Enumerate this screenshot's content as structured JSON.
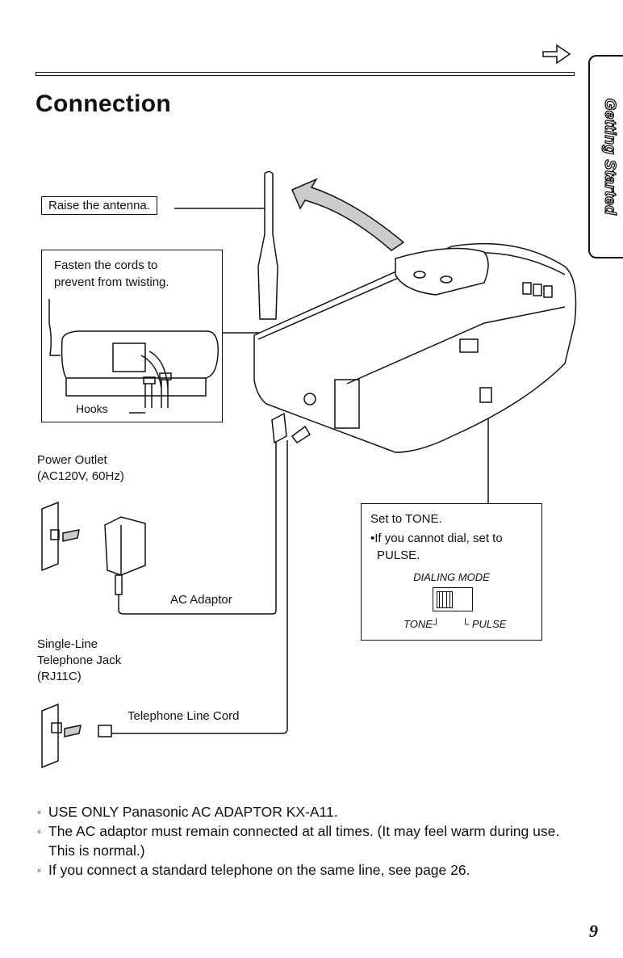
{
  "header": {
    "next_page_arrow_icon": "right-arrow-icon",
    "section_tab": "Getting Started"
  },
  "page_title": "Connection",
  "callouts": {
    "raise_antenna": "Raise the antenna.",
    "fasten_cords": [
      "Fasten the cords to",
      "prevent from twisting."
    ],
    "hooks": "Hooks",
    "power_outlet": [
      "Power Outlet",
      "(AC120V, 60Hz)"
    ],
    "ac_adaptor": "AC Adaptor",
    "telephone_jack": [
      "Single-Line",
      "Telephone Jack",
      "(RJ11C)"
    ],
    "telephone_line_cord": "Telephone Line Cord"
  },
  "dialing_mode_box": {
    "instruction": "Set to TONE.",
    "note_line1": "•If you cannot dial, set to",
    "note_line2": "PULSE.",
    "switch_label": "DIALING MODE",
    "selected_value": "TONE",
    "left_label": "TONE",
    "right_label": "PULSE"
  },
  "notes": [
    "USE ONLY Panasonic AC ADAPTOR KX-A11.",
    "The AC adaptor must remain connected at all times. (It may feel warm during use. This is normal.)",
    "If you connect a standard telephone on the same line, see page 26."
  ],
  "page_number": "9"
}
